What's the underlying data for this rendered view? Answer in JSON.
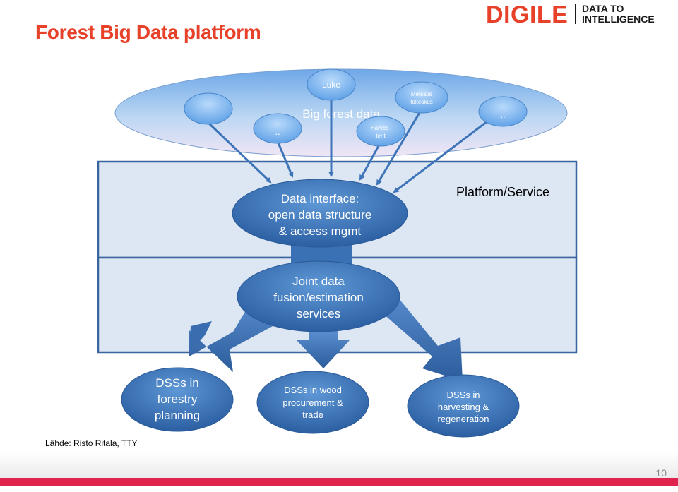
{
  "slide": {
    "title": "Forest Big Data platform",
    "page_number": "10",
    "source": "Lähde: Risto Ritala, TTY"
  },
  "logo": {
    "brand": "DIGILE",
    "tagline_line1": "DATA TO",
    "tagline_line2": "INTELLIGENCE"
  },
  "diagram": {
    "big_data_label": "Big forest data",
    "sources": {
      "luke": "Luke",
      "metsatie_line1": "Metsätie",
      "metsatie_line2": "tokeskus",
      "harvesterit_line1": "Harves-",
      "harvesterit_line2": "terit",
      "dots1": "..",
      "dots2": ".."
    },
    "platform_label": "Platform/Service",
    "data_interface": [
      "Data interface:",
      "open data structure",
      "& access mgmt"
    ],
    "joint_data": [
      "Joint data",
      "fusion/estimation",
      "services"
    ],
    "dss_forestry": [
      "DSSs in",
      "forestry",
      "planning"
    ],
    "dss_wood": [
      "DSSs in wood",
      "procurement &",
      "trade"
    ],
    "dss_harvesting": [
      "DSSs in",
      "harvesting &",
      "regeneration"
    ]
  },
  "colors": {
    "title_red": "#e8412a",
    "footer_red": "#e0234e",
    "node_blue": "#2f6fb5",
    "platform_fill": "#dde7f4",
    "platform_border": "#3a66a0"
  }
}
